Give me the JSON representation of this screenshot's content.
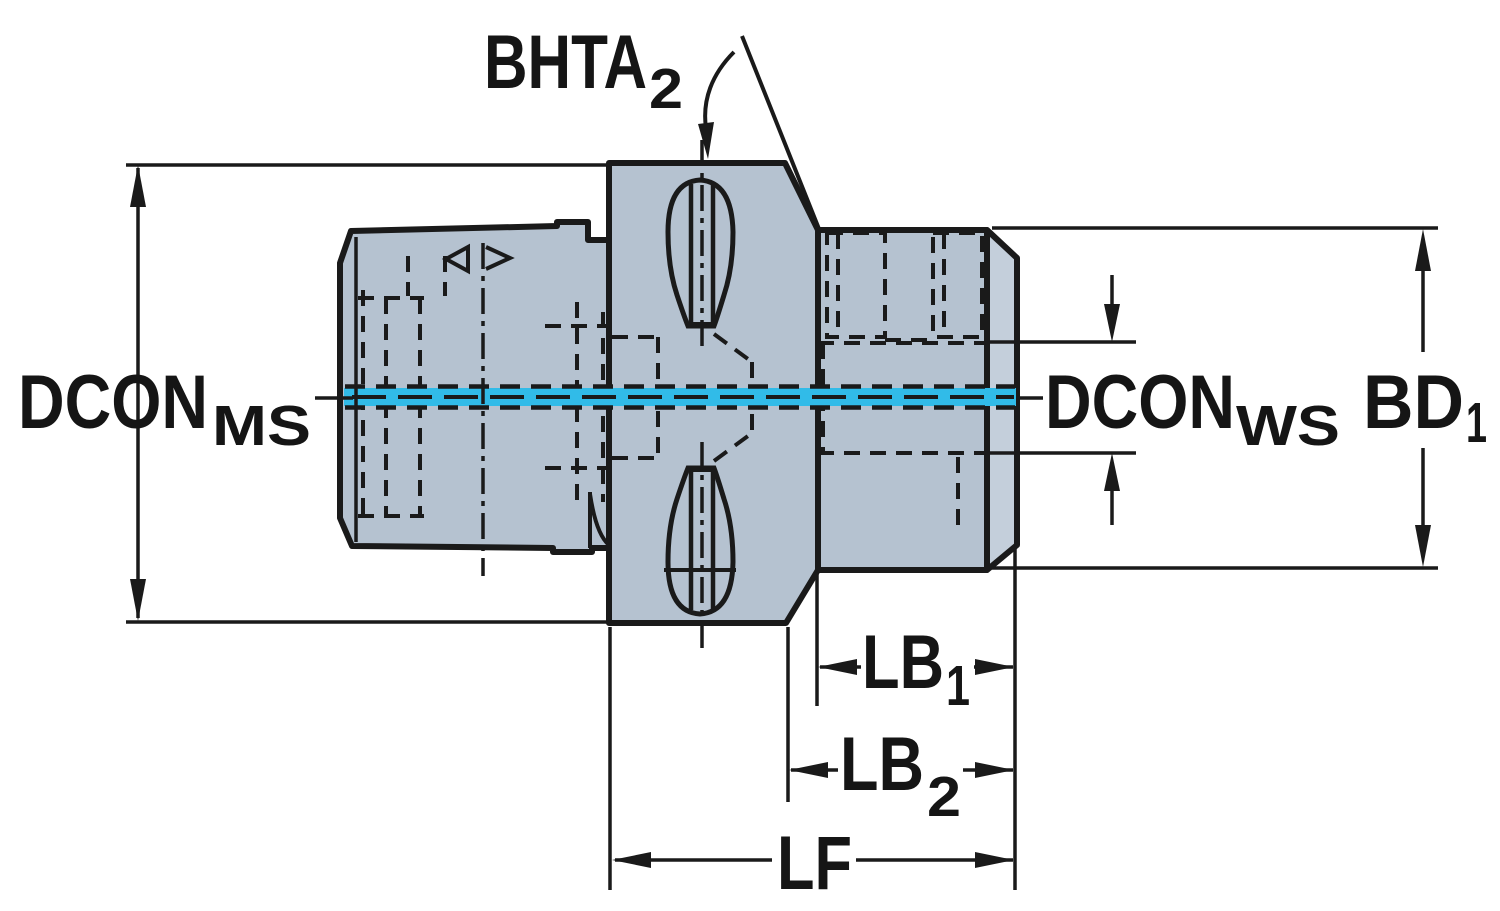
{
  "diagram": {
    "type": "technical-dimension-drawing",
    "subject": "tool coupling adapter side view with dimension callouts",
    "labels": {
      "bhta2": {
        "main": "BHTA",
        "sub": "2"
      },
      "dcon_ms": {
        "main": "DCON",
        "sub": "MS"
      },
      "dcon_ws": {
        "main": "DCON",
        "sub": "WS"
      },
      "bd1": {
        "main": "BD",
        "sub": "1"
      },
      "lb1": {
        "main": "LB",
        "sub": "1"
      },
      "lb2": {
        "main": "LB",
        "sub": "2"
      },
      "lf": {
        "main": "LF"
      }
    },
    "colors": {
      "body_fill": "#b5c2d0",
      "body_fill_light": "#c4cfdb",
      "outline": "#1a1a1a",
      "coolant_channel": "#31bbe8",
      "background": "#ffffff"
    }
  }
}
